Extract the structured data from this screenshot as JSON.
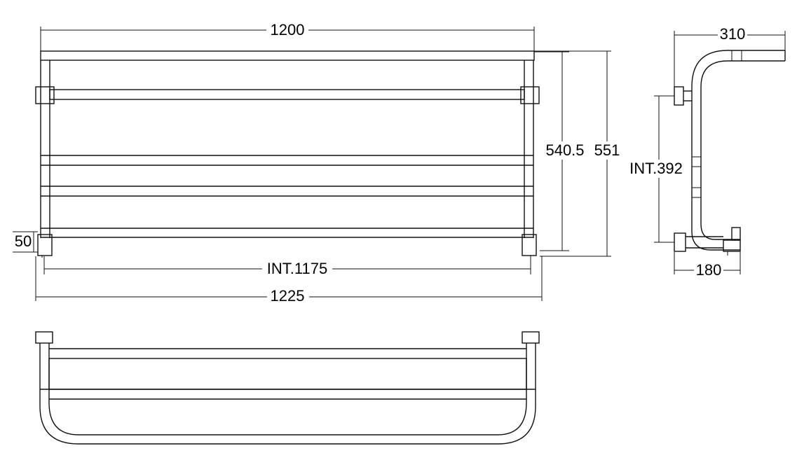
{
  "dimensions": {
    "width_overall": "1200",
    "height_outer": "551",
    "height_inner": "540.5",
    "bracket_height": "50",
    "interior_width": "INT.1175",
    "total_width": "1225",
    "depth_overall": "310",
    "interior_height_side": "INT.392",
    "depth_wall": "180"
  }
}
